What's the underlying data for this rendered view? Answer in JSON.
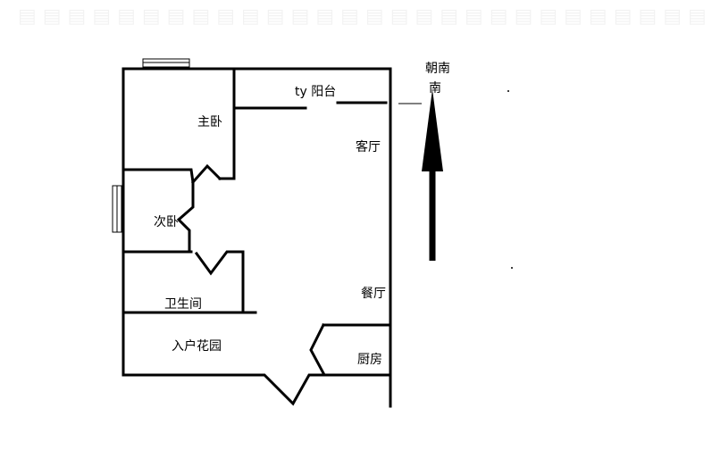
{
  "rooms": {
    "master_bedroom": "主卧",
    "second_bedroom": "次卧",
    "bathroom": "卫生间",
    "entry_garden": "入户花园",
    "balcony": "ty 阳台",
    "living_room": "客厅",
    "dining_room": "餐厅",
    "kitchen": "厨房"
  },
  "orientation": {
    "line1": "朝南",
    "line2": "南"
  },
  "colors": {
    "line": "#000000",
    "background": "#ffffff"
  }
}
